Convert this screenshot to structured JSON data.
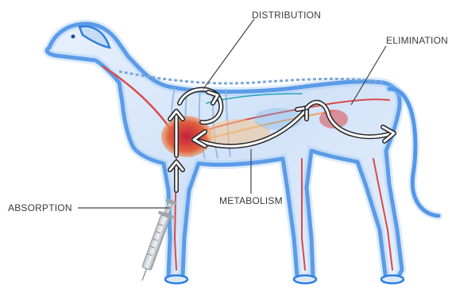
{
  "labels": {
    "distribution": "DISTRIBUTION",
    "elimination": "ELIMINATION",
    "absorption": "ABSORPTION",
    "metabolism": "METABOLISM"
  },
  "colors": {
    "outline_blue": "#2f7fe0",
    "outline_glow": "#9cc6f5",
    "body_fill": "#dbe9fb",
    "organ_red": "#d94a4a",
    "organ_orange": "#f0a45a",
    "leader_line": "#444444",
    "arrow": "#ffffff"
  },
  "icons": {
    "subject": "dog-anatomy-illustration",
    "tool": "syringe-icon"
  }
}
